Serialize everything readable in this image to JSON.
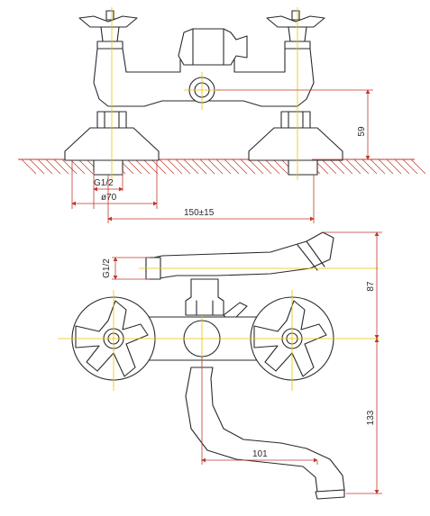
{
  "dimensions": {
    "height_top": "59",
    "thread_top": "G1/2",
    "diameter": "ø70",
    "spacing": "150±15",
    "thread_side": "G1/2",
    "height_side": "87",
    "spout_height": "133",
    "spout_reach": "101"
  },
  "colors": {
    "outline": "#2a2a2a",
    "dimension": "#c0392b",
    "centerline": "#e8c400"
  }
}
